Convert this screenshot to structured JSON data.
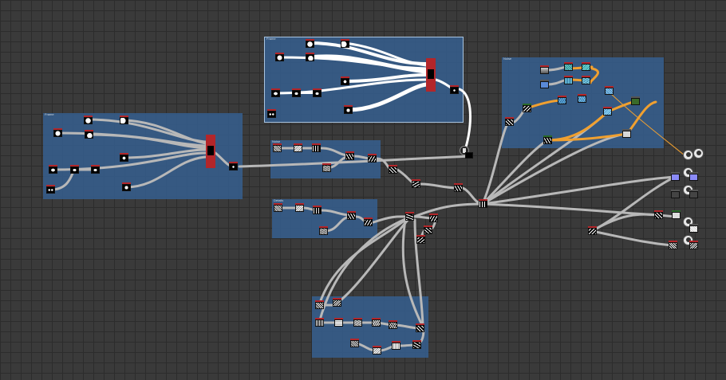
{
  "colors": {
    "canvas": "#3a3a3a",
    "grid": "#2c2c2c",
    "frame": "#365d8c",
    "wire": "#b8b8b8",
    "wire_highlight": "#ffffff",
    "wire_orange": "#f0a030",
    "node_header": "#b3262a"
  },
  "frames": [
    {
      "id": "frame-top",
      "title": "Frame"
    },
    {
      "id": "frame-left",
      "title": "Frame"
    },
    {
      "id": "frame-mid-1",
      "title": "Noise"
    },
    {
      "id": "frame-mid-2",
      "title": "Details"
    },
    {
      "id": "frame-bottom",
      "title": ""
    },
    {
      "id": "frame-right",
      "title": "Noise"
    }
  ],
  "icons": {
    "output_sphere": "sphere-icon",
    "output_node": "output-icon"
  }
}
